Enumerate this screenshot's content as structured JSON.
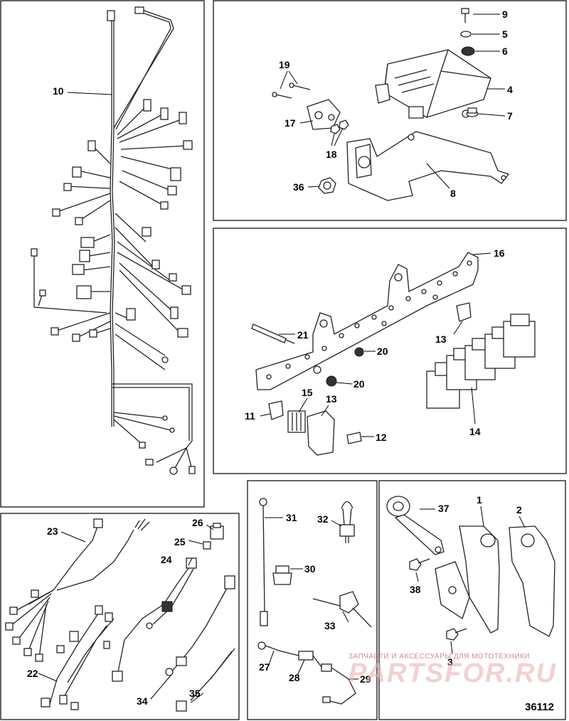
{
  "callouts": {
    "c1": "1",
    "c2": "2",
    "c3": "3",
    "c4": "4",
    "c5": "5",
    "c6": "6",
    "c7": "7",
    "c8": "8",
    "c9": "9",
    "c10": "10",
    "c11": "11",
    "c12": "12",
    "c13a": "13",
    "c13b": "13",
    "c14": "14",
    "c15": "15",
    "c16": "16",
    "c17": "17",
    "c18": "18",
    "c19": "19",
    "c20a": "20",
    "c20b": "20",
    "c21": "21",
    "c22": "22",
    "c23": "23",
    "c24": "24",
    "c25": "25",
    "c26": "26",
    "c27": "27",
    "c28": "28",
    "c29": "29",
    "c30": "30",
    "c31": "31",
    "c32": "32",
    "c33": "33",
    "c34": "34",
    "c35": "35",
    "c36": "36",
    "c37": "37",
    "c38": "38"
  },
  "watermark": {
    "caption": "ЗАПЧАСТИ И АКСЕССУАРЫ ДЛЯ МОТОТЕХНИКИ",
    "brand": "PARTSFOR.RU"
  },
  "diagram_number": "36112"
}
